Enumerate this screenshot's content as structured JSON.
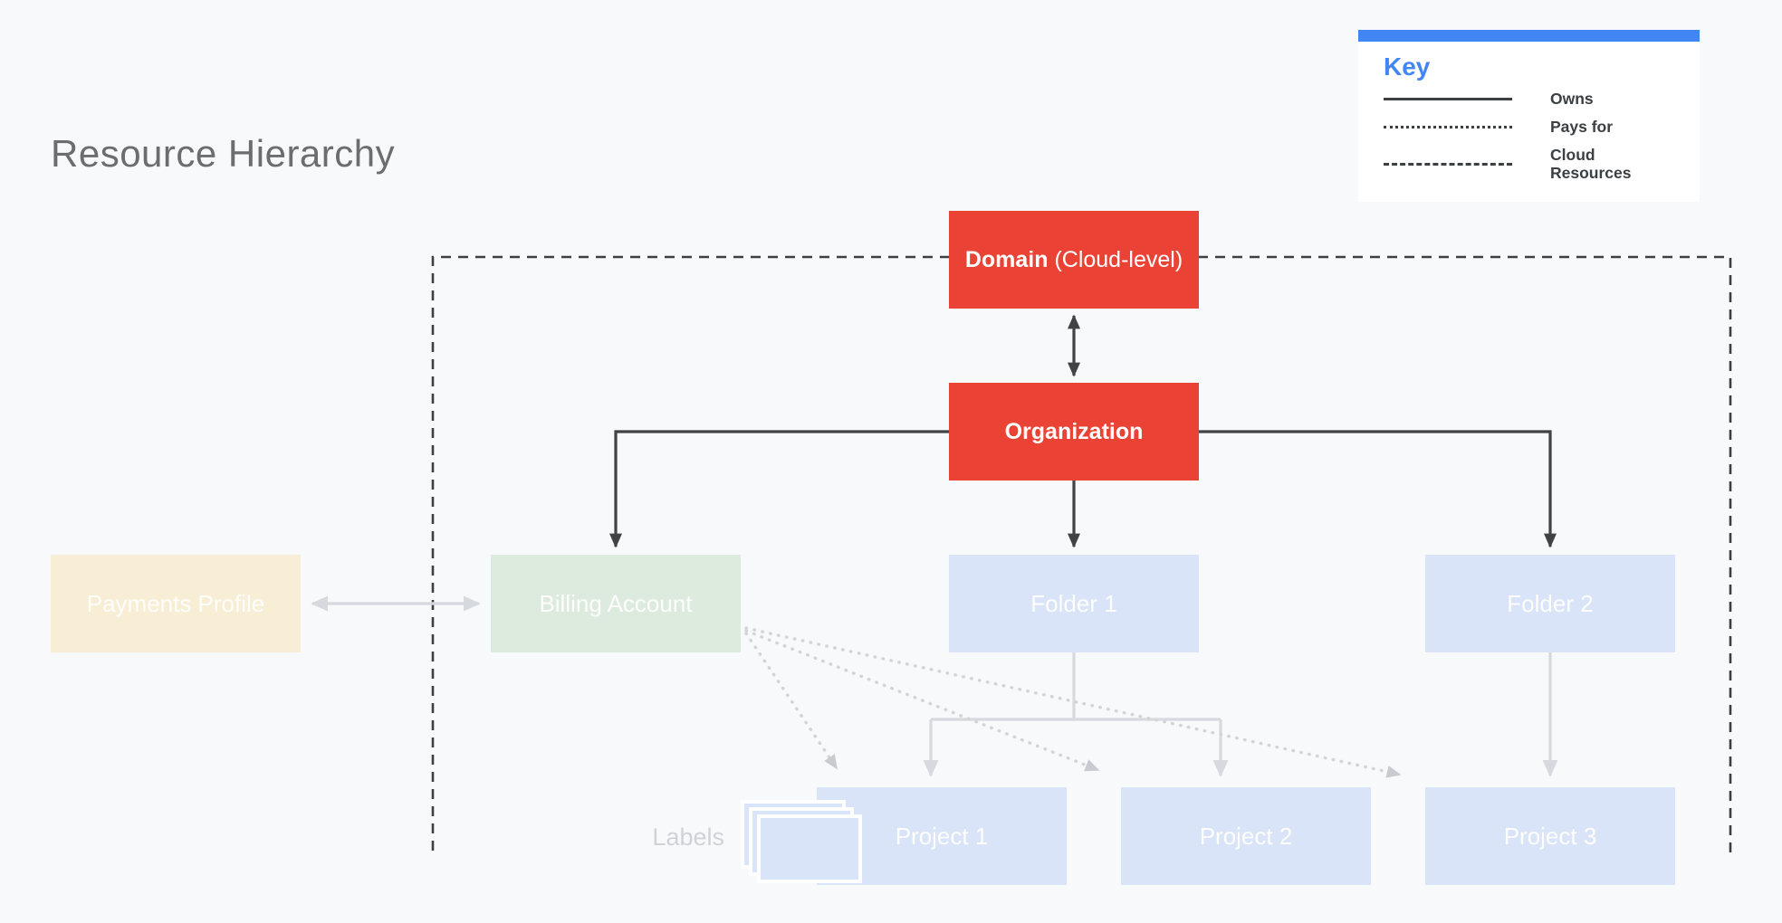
{
  "title": "Resource Hierarchy",
  "key": {
    "title": "Key",
    "items": [
      {
        "style": "solid",
        "label": "Owns"
      },
      {
        "style": "dotted",
        "label": "Pays for"
      },
      {
        "style": "dashed",
        "label": "Cloud Resources"
      }
    ]
  },
  "nodes": {
    "domain": {
      "label_bold": "Domain",
      "label_rest": " (Cloud-level)"
    },
    "organization": {
      "label": "Organization"
    },
    "payments_profile": {
      "label": "Payments Profile"
    },
    "billing_account": {
      "label": "Billing Account"
    },
    "folder1": {
      "label": "Folder 1"
    },
    "folder2": {
      "label": "Folder 2"
    },
    "project1": {
      "label": "Project 1"
    },
    "project2": {
      "label": "Project 2"
    },
    "project3": {
      "label": "Project 3"
    },
    "labels": {
      "label": "Labels"
    }
  },
  "colors": {
    "bg": "#F8F9FA",
    "card": "#FFFFFF",
    "blue-accent": "#4285F4",
    "red": "#EA4335",
    "light-blue": "#D9E4F8",
    "light-green": "#DCEBDD",
    "light-tan": "#F7EED5",
    "dark-line": "#404245",
    "gray-line": "#D6D9DD",
    "dot-line": "#D3D4D6",
    "dot-arrow": "#C8CBD0",
    "title-gray": "#6A6E71",
    "key-text": "#3C4043",
    "label-gray": "#CFD3D8",
    "node-text": "#FDFDFB"
  }
}
